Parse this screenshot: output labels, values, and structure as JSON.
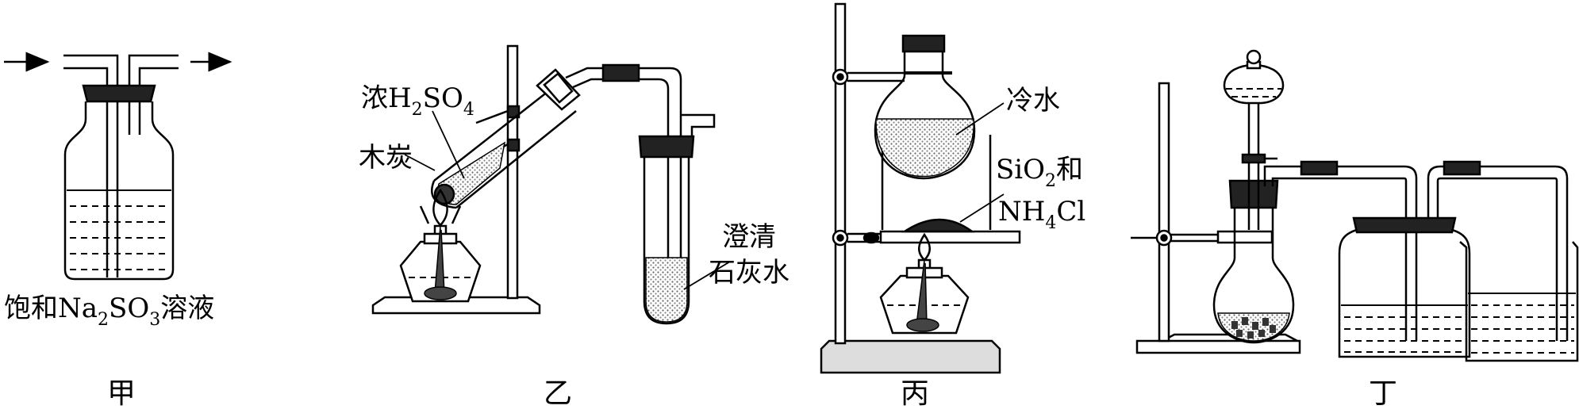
{
  "panels": [
    {
      "caption": "甲",
      "labels": {
        "solution_prefix": "饱和Na",
        "solution_sub1": "2",
        "solution_mid": "SO",
        "solution_sub2": "3",
        "solution_suffix": "溶液"
      }
    },
    {
      "caption": "乙",
      "labels": {
        "acid_prefix": "浓H",
        "acid_sub1": "2",
        "acid_mid": "SO",
        "acid_sub2": "4",
        "charcoal": "木炭",
        "limewater_line1": "澄清",
        "limewater_line2": "石灰水"
      }
    },
    {
      "caption": "丙",
      "labels": {
        "cold_water": "冷水",
        "solid_line1_a": "SiO",
        "solid_line1_sub": "2",
        "solid_line1_b": "和",
        "solid_line2_a": "NH",
        "solid_line2_sub": "4",
        "solid_line2_b": "Cl"
      }
    },
    {
      "caption": "丁",
      "labels": {}
    }
  ]
}
